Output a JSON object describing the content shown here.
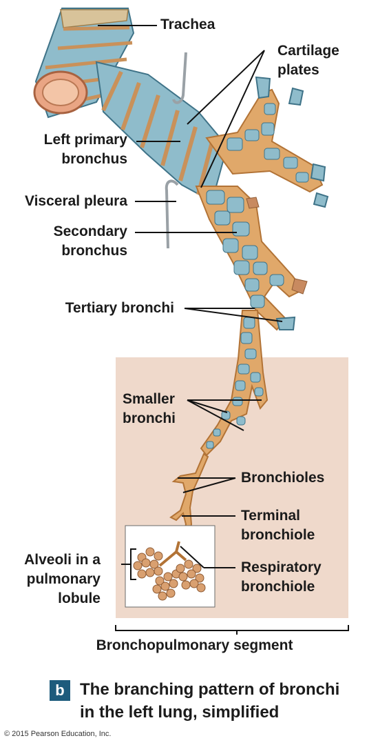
{
  "labels": {
    "trachea": "Trachea",
    "cartilage_1": "Cartilage",
    "cartilage_2": "plates",
    "left_primary_1": "Left primary",
    "left_primary_2": "bronchus",
    "visceral_pleura": "Visceral pleura",
    "secondary_1": "Secondary",
    "secondary_2": "bronchus",
    "tertiary": "Tertiary bronchi",
    "smaller_1": "Smaller",
    "smaller_2": "bronchi",
    "bronchioles": "Bronchioles",
    "terminal_1": "Terminal",
    "terminal_2": "bronchiole",
    "respiratory_1": "Respiratory",
    "respiratory_2": "bronchiole",
    "alveoli_1": "Alveoli in a",
    "alveoli_2": "pulmonary",
    "alveoli_3": "lobule"
  },
  "bracket_label": "Bronchopulmonary segment",
  "figure": {
    "badge": "b",
    "caption_line1": "The branching pattern of bronchi",
    "caption_line2": "in the left lung, simplified"
  },
  "copyright": "© 2015 Pearson Education, Inc.",
  "colors": {
    "cartilage_fill": "#8fbccb",
    "cartilage_stroke": "#3f7388",
    "tissue": "#e0a86a",
    "tissue_dark": "#b27336",
    "segment_box": "#efd9cb",
    "leader_line": "#111111",
    "badge": "#1d5b7c"
  }
}
